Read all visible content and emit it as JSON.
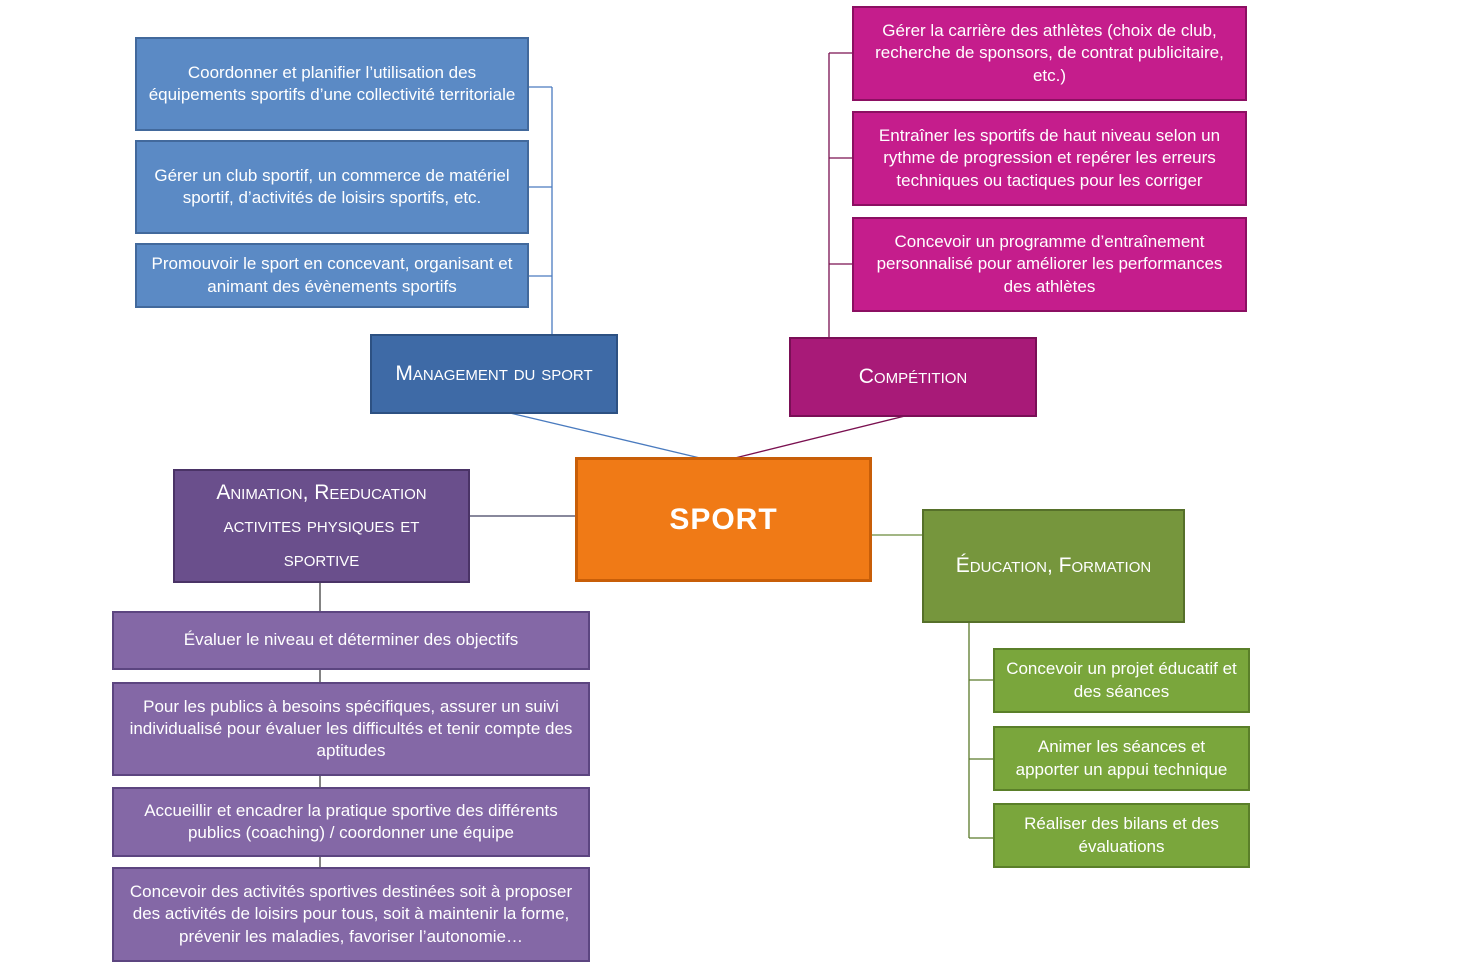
{
  "center": {
    "label": "SPORT"
  },
  "branches": {
    "management": {
      "title": "Management du sport",
      "items": [
        "Coordonner et planifier l’utilisation des équipements sportifs d’une collectivité territoriale",
        "Gérer un club sportif, un commerce de matériel sportif, d’activités de loisirs sportifs, etc.",
        "Promouvoir le sport en concevant, organisant et animant des évènements sportifs"
      ]
    },
    "competition": {
      "title": "Compétition",
      "items": [
        "Gérer la carrière des athlètes (choix de club, recherche de sponsors, de contrat publicitaire, etc.)",
        "Entraîner les sportifs de haut niveau selon un rythme de progression et repérer les erreurs techniques ou tactiques pour les corriger",
        "Concevoir un programme d’entraînement personnalisé pour améliorer les performances des athlètes"
      ]
    },
    "animation": {
      "title": "Animation, Reeducation activites physiques et sportive",
      "items": [
        "Évaluer le niveau et déterminer des objectifs",
        "Pour les publics à besoins spécifiques, assurer un suivi individualisé pour évaluer les difficultés et tenir compte des aptitudes",
        "Accueillir et encadrer la pratique sportive des différents publics (coaching) / coordonner une équipe",
        "Concevoir des activités sportives destinées soit à proposer des activités de loisirs pour tous, soit à maintenir la forme, prévenir les maladies, favoriser l’autonomie…"
      ]
    },
    "education": {
      "title": "Éducation, Formation",
      "items": [
        "Concevoir un projet éducatif et des séances",
        "Animer les séances et apporter un appui technique",
        "Réaliser des bilans et des évaluations"
      ]
    }
  },
  "colors": {
    "center": "#f07a16",
    "management": "#3e6aa6",
    "competition": "#a81a78",
    "animation": "#6a4f8c",
    "education": "#76963d"
  }
}
